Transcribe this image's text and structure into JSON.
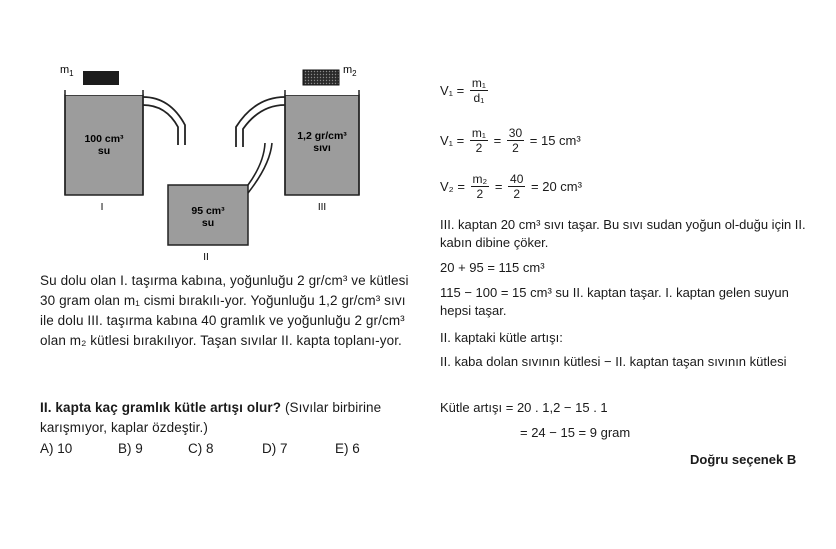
{
  "figure": {
    "m1": "m",
    "m1_sub": "1",
    "m2": "m",
    "m2_sub": "2",
    "container_1": {
      "line1": "100 cm³",
      "line2": "su",
      "roman": "I"
    },
    "container_2": {
      "line1": "95 cm³",
      "line2": "su",
      "roman": "II"
    },
    "container_3": {
      "line1": "1,2 gr/cm³",
      "line2": "sıvı",
      "roman": "III"
    }
  },
  "problem": {
    "text": "Su dolu olan I. taşırma kabına, yoğunluğu 2 gr/cm³ ve kütlesi 30 gram olan m₁ cismi bırakılı-yor. Yoğunluğu 1,2 gr/cm³ sıvı ile dolu III. taşırma kabına 40 gramlık ve yoğunluğu 2 gr/cm³ olan m₂ kütlesi bırakılıyor. Taşan sıvılar II. kapta toplanı-yor.",
    "question_bold": "II. kapta kaç gramlık kütle  artışı olur?",
    "question_rest": " (Sıvılar birbirine karışmıyor, kaplar özdeştir.)",
    "options": [
      "A) 10",
      "B) 9",
      "C) 8",
      "D) 7",
      "E) 6"
    ]
  },
  "solution": {
    "eq1": {
      "lhs": "V₁ =",
      "num": "m₁",
      "den": "d₁"
    },
    "eq2": {
      "lhs": "V₁ =",
      "num1": "m₁",
      "den1": "2",
      "eq": "=",
      "num2": "30",
      "den2": "2",
      "rhs": "= 15 cm³"
    },
    "eq3": {
      "lhs": "V₂ =",
      "num1": "m₂",
      "den1": "2",
      "eq": "=",
      "num2": "40",
      "den2": "2",
      "rhs": "= 20 cm³"
    },
    "line1": "III. kaptan 20 cm³ sıvı taşar. Bu sıvı sudan yoğun ol-duğu için II. kabın dibine çöker.",
    "line2": "20 + 95 = 115 cm³",
    "line3": "115 − 100 = 15 cm³  su II. kaptan taşar. I. kaptan gelen suyun hepsi taşar.",
    "heading": "II. kaptaki kütle artışı:",
    "line4": "II. kaba dolan sıvının kütlesi − II. kaptan taşan sıvının kütlesi",
    "line5": "Kütle artışı = 20 . 1,2  − 15 . 1",
    "line6": "= 24 − 15 = 9 gram",
    "answer": "Doğru seçenek B"
  }
}
